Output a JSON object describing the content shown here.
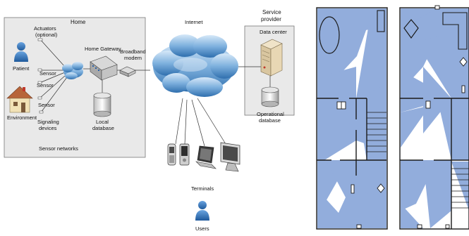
{
  "network": {
    "home_label": "Home",
    "actuators_label": "Actuators",
    "actuators_sub": "(optional)",
    "home_gateway_label": "Home Gateway",
    "broadband_line1": "Broadband",
    "broadband_line2": "modem",
    "patient_label": "Patient",
    "sensor_label": "Sensor",
    "environment_label": "Environment",
    "signaling_line1": "Signaling",
    "signaling_line2": "devices",
    "local_db_line1": "Local",
    "local_db_line2": "database",
    "sensor_networks_label": "Sensor networks",
    "internet_label": "Internet",
    "service_line1": "Service",
    "service_line2": "provider",
    "data_center_label": "Data center",
    "operational_line1": "Operational",
    "operational_line2": "database",
    "terminals_label": "Terminals",
    "users_label": "Users"
  },
  "colors": {
    "coverage": "#7f9fd6",
    "wall": "#1a1a1a",
    "home_box": "#e8e8e8",
    "cloud": "#6f9fd0",
    "person": "#3a78c2"
  }
}
